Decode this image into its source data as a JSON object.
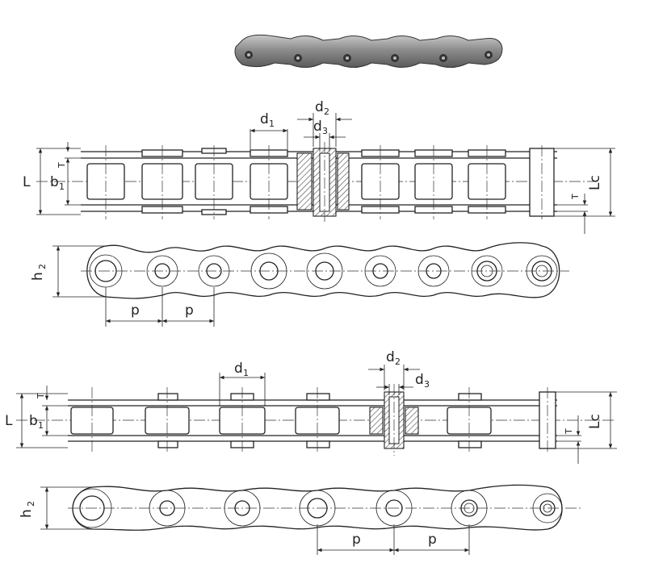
{
  "labels": {
    "d1": "d",
    "d1_sub": "1",
    "d2": "d",
    "d2_sub": "2",
    "d3": "d",
    "d3_sub": "3",
    "L": "L",
    "b1": "b",
    "b1_sub": "1",
    "T": "T",
    "Lc": "Lc",
    "h2": "h",
    "h2_sub": "2",
    "p": "p"
  }
}
